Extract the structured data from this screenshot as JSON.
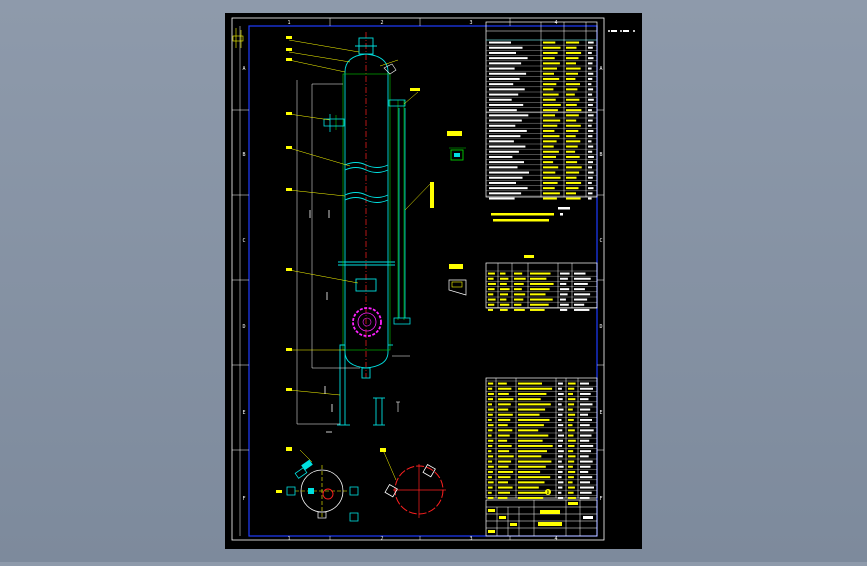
{
  "drawing": {
    "zone_letters_left": [
      "A",
      "B",
      "C",
      "D",
      "E",
      "F"
    ],
    "zone_letters_right": [
      "A",
      "B",
      "C",
      "D",
      "E",
      "F"
    ],
    "zone_numbers_top": [
      "1",
      "2",
      "3",
      "4"
    ],
    "zone_numbers_bottom": [
      "1",
      "2",
      "3",
      "4"
    ],
    "title_block_mark": "D"
  },
  "colors": {
    "background": "#8e9aab",
    "sheet": "#000000",
    "border_white": "#ffffff",
    "border_blue": "#1e3cff",
    "vessel_cyan": "#00e0e0",
    "vessel_green": "#00d000",
    "centerline_red": "#ff2020",
    "flange_magenta": "#ff20ff",
    "text_yellow": "#ffff00",
    "text_white": "#ffffff"
  },
  "icons": [
    "vessel-icon",
    "nozzle-icon",
    "flange-icon",
    "support-leg-icon"
  ]
}
